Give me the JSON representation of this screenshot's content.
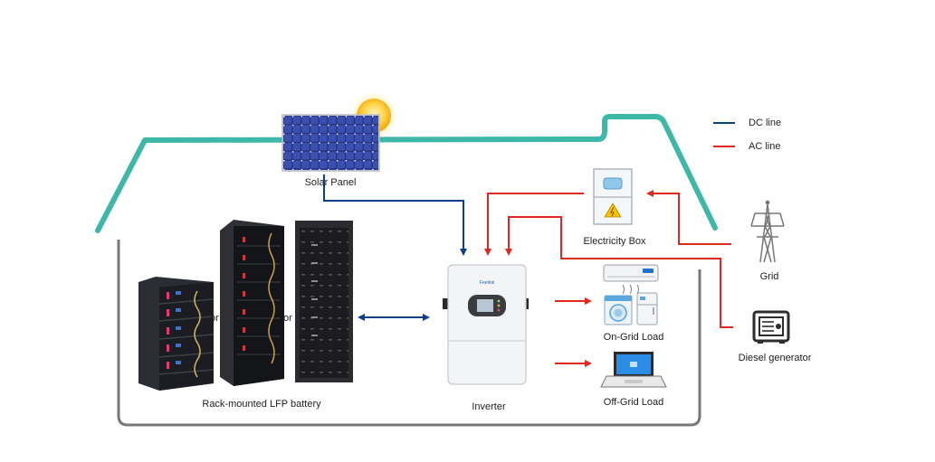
{
  "legend": {
    "dc": {
      "label": "DC line",
      "color": "#0b3f8c"
    },
    "ac": {
      "label": "AC line",
      "color": "#e0281e"
    }
  },
  "house_outline_color": "#3db8a8",
  "frame_color": "#777777",
  "components": {
    "solar_panel": "Solar Panel",
    "electricity_box": "Electricity Box",
    "grid": "Grid",
    "diesel_generator": "Diesel generator",
    "on_grid_load": "On-Grid Load",
    "off_grid_load": "Off-Grid Load",
    "inverter": "Inverter",
    "battery": "Rack-mounted LFP battery"
  },
  "separators": {
    "or_1": "or",
    "or_2": "or"
  },
  "icons": [
    "sun-icon",
    "solar-panel-icon",
    "electricity-box-icon",
    "lightning-warning-icon",
    "transmission-tower-icon",
    "generator-icon",
    "air-conditioner-icon",
    "washing-machine-icon",
    "refrigerator-icon",
    "laptop-icon",
    "inverter-icon",
    "battery-rack-icon"
  ]
}
